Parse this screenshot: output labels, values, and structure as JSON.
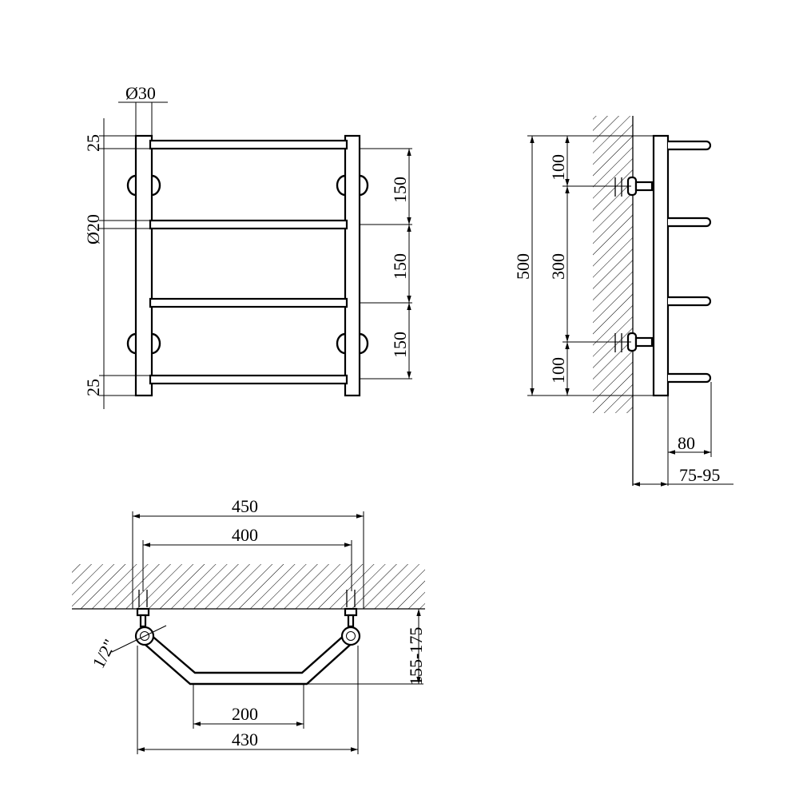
{
  "front_view": {
    "dims": {
      "top_margin": "25",
      "bottom_margin": "25",
      "post_diameter": "Ø30",
      "bar_diameter": "Ø20",
      "spacing_1": "150",
      "spacing_2": "150",
      "spacing_3": "150"
    }
  },
  "side_view": {
    "dims": {
      "height_total": "500",
      "mount_top": "100",
      "mount_spacing": "300",
      "mount_bottom": "100",
      "depth": "80",
      "wall_offset": "75-95"
    }
  },
  "top_view": {
    "dims": {
      "width_total": "450",
      "centers": "400",
      "connection": "1/2\"",
      "projection": "155-175",
      "inner_width": "200",
      "outer_width": "430"
    }
  }
}
